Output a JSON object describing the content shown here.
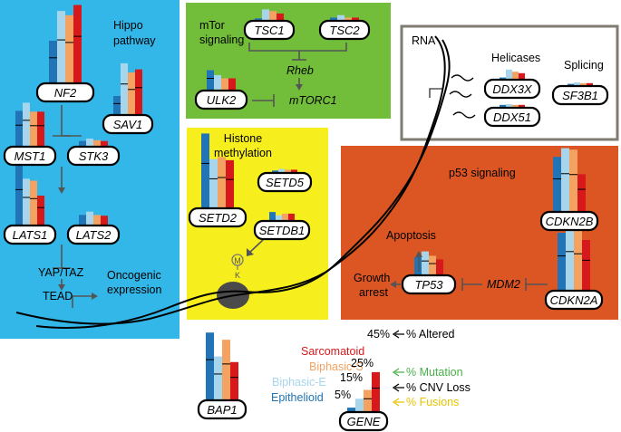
{
  "colors": {
    "hippo_bg": "#33b7e8",
    "mtor_bg": "#72be3a",
    "histone_bg": "#f7ee1d",
    "p53_bg": "#dc5623",
    "rna_border": "#7f7b70",
    "epithelioid": "#2174b5",
    "biphasic_e": "#a6d5ec",
    "biphasic_s": "#f4a261",
    "sarcomatoid": "#d7191c",
    "mutation": "#48b048",
    "cnv_loss": "#000000",
    "fusions": "#f2d31b"
  },
  "panels": {
    "hippo": {
      "title": "Hippo pathway",
      "title_lines": [
        "Hippo",
        "pathway"
      ]
    },
    "mtor": {
      "title_lines": [
        "mTor",
        "signaling"
      ]
    },
    "histone": {
      "title_lines": [
        "Histone",
        "methylation"
      ]
    },
    "rna": {
      "title": "RNA",
      "helicases": "Helicases",
      "splicing": "Splicing"
    },
    "p53": {
      "title": "p53 signaling"
    }
  },
  "genes": {
    "NF2": "NF2",
    "SAV1": "SAV1",
    "MST1": "MST1",
    "STK3": "STK3",
    "LATS1": "LATS1",
    "LATS2": "LATS2",
    "TSC1": "TSC1",
    "TSC2": "TSC2",
    "ULK2": "ULK2",
    "SETD5": "SETD5",
    "SETD2": "SETD2",
    "SETDB1": "SETDB1",
    "DDX3X": "DDX3X",
    "DDX51": "DDX51",
    "SF3B1": "SF3B1",
    "CDKN2B": "CDKN2B",
    "CDKN2A": "CDKN2A",
    "TP53": "TP53",
    "BAP1": "BAP1",
    "GENE": "GENE"
  },
  "labels": {
    "rheb": "Rheb",
    "mtorc1": "mTORC1",
    "yap_taz": "YAP/TAZ",
    "tead": "TEAD",
    "oncogenic": [
      "Oncogenic",
      "expression"
    ],
    "methyl_m": "M",
    "methyl_k": "K",
    "apoptosis": "Apoptosis",
    "growth_arrest": [
      "Growth",
      "arrest"
    ],
    "mdm2": "MDM2"
  },
  "legend": {
    "subtypes": [
      "Sarcomatoid",
      "Biphasic-S",
      "Biphasic-E",
      "Epithelioid"
    ],
    "percent_labels": [
      "45%",
      "25%",
      "15%",
      "5%"
    ],
    "altered": "% Altered",
    "mutation": "% Mutation",
    "cnv_loss": "% CNV Loss",
    "fusions": "% Fusions"
  },
  "gene_bars": [
    {
      "gene": "NF2",
      "values": [
        0.5,
        0.85,
        0.8,
        0.92
      ]
    },
    {
      "gene": "SAV1",
      "values": [
        0.25,
        0.68,
        0.56,
        0.6
      ]
    },
    {
      "gene": "MST1",
      "values": [
        0.44,
        0.54,
        0.43,
        0.43
      ]
    },
    {
      "gene": "STK3",
      "values": [
        0.07,
        0.1,
        0.08,
        0.07
      ]
    },
    {
      "gene": "LATS1",
      "values": [
        0.6,
        0.47,
        0.45,
        0.3
      ]
    },
    {
      "gene": "LATS2",
      "values": [
        0.13,
        0.17,
        0.13,
        0.12
      ]
    },
    {
      "gene": "TSC1",
      "values": [
        0.03,
        0.14,
        0.12,
        0.09
      ]
    },
    {
      "gene": "TSC2",
      "values": [
        0.04,
        0.07,
        0.04,
        0.04
      ]
    },
    {
      "gene": "ULK2",
      "values": [
        0.25,
        0.19,
        0.15,
        0.15
      ]
    },
    {
      "gene": "SETD5",
      "values": [
        0.03,
        0.05,
        0.04,
        0.04
      ]
    },
    {
      "gene": "SETD2",
      "values": [
        0.7,
        0.46,
        0.48,
        0.45
      ]
    },
    {
      "gene": "SETDB1",
      "values": [
        0.11,
        0.07,
        0.09,
        0.09
      ]
    },
    {
      "gene": "DDX3X",
      "values": [
        0.03,
        0.14,
        0.11,
        0.09
      ]
    },
    {
      "gene": "DDX51",
      "values": [
        0.04,
        0.05,
        0.04,
        0.04
      ]
    },
    {
      "gene": "SF3B1",
      "values": [
        0.03,
        0.05,
        0.04,
        0.04
      ]
    },
    {
      "gene": "CDKN2B",
      "values": [
        0.76,
        0.88,
        0.86,
        0.52
      ]
    },
    {
      "gene": "CDKN2A",
      "values": [
        0.8,
        0.9,
        0.85,
        0.7
      ]
    },
    {
      "gene": "TP53",
      "values": [
        0.25,
        0.33,
        0.27,
        0.22
      ]
    },
    {
      "gene": "BAP1",
      "values": [
        0.85,
        0.55,
        0.76,
        0.48
      ]
    },
    {
      "gene": "GENE",
      "values": [
        0.05,
        0.15,
        0.25,
        0.45
      ]
    }
  ]
}
